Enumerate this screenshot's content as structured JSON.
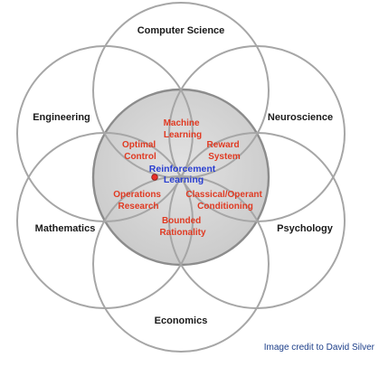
{
  "outer_fields": [
    {
      "key": "computer-science",
      "label": "Computer Science"
    },
    {
      "key": "neuroscience",
      "label": "Neuroscience"
    },
    {
      "key": "psychology",
      "label": "Psychology"
    },
    {
      "key": "economics",
      "label": "Economics"
    },
    {
      "key": "mathematics",
      "label": "Mathematics"
    },
    {
      "key": "engineering",
      "label": "Engineering"
    }
  ],
  "inner_topics": [
    {
      "key": "machine-learning",
      "lines": [
        "Machine",
        "Learning"
      ]
    },
    {
      "key": "reward-system",
      "lines": [
        "Reward",
        "System"
      ]
    },
    {
      "key": "classical-operant-conditioning",
      "lines": [
        "Classical/Operant",
        "Conditioning"
      ]
    },
    {
      "key": "bounded-rationality",
      "lines": [
        "Bounded",
        "Rationality"
      ]
    },
    {
      "key": "operations-research",
      "lines": [
        "Operations",
        "Research"
      ]
    },
    {
      "key": "optimal-control",
      "lines": [
        "Optimal",
        "Control"
      ]
    }
  ],
  "center": {
    "lines": [
      "Reinforcement",
      "Learning"
    ]
  },
  "credit": "Image credit to David Silver",
  "colors": {
    "outer_stroke": "#a6a6a6",
    "center_fill": "#d6d6d6",
    "center_stroke": "#8c8c8c",
    "topic_text": "#e03a22",
    "center_text": "#2a3fd0",
    "field_text": "#1a1a1a",
    "credit_text": "#1d3f8a",
    "marker_fill": "#e8302a"
  }
}
